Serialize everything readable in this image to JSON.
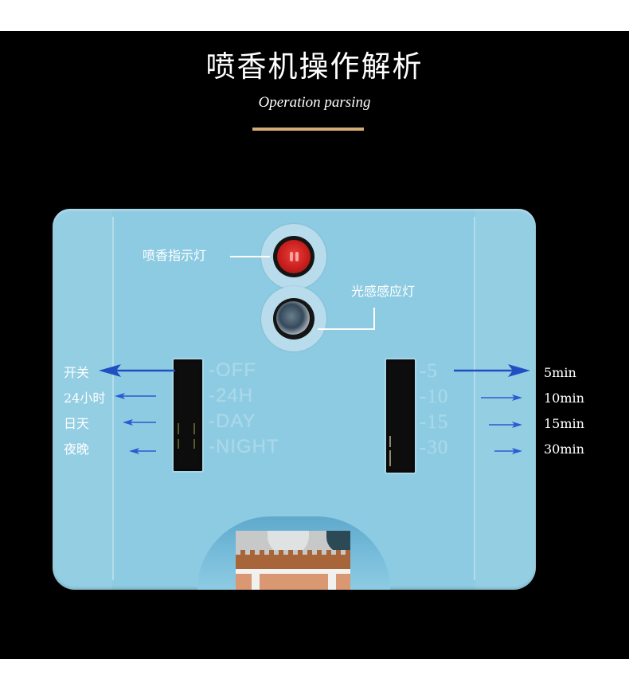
{
  "header": {
    "title": "喷香机操作解析",
    "subtitle": "Operation parsing",
    "accent_color": "#d5aa77"
  },
  "device": {
    "body_color": "#8dcbe2",
    "indicators": {
      "spray_indicator_label": "喷香指示灯",
      "light_sensor_label": "光感感应灯"
    },
    "mode_switch": {
      "engraved_options": [
        "-OFF",
        "-24H",
        "-DAY",
        "-NIGHT"
      ],
      "callouts": [
        "开关",
        "24小时",
        "日天",
        "夜晚"
      ],
      "selected": "-OFF"
    },
    "interval_switch": {
      "engraved_options": [
        "-5",
        "-10",
        "-15",
        "-30"
      ],
      "callouts": [
        "5min",
        "10min",
        "15min",
        "30min"
      ],
      "selected": "-5"
    },
    "arrow_color": "#1f4fc0"
  }
}
